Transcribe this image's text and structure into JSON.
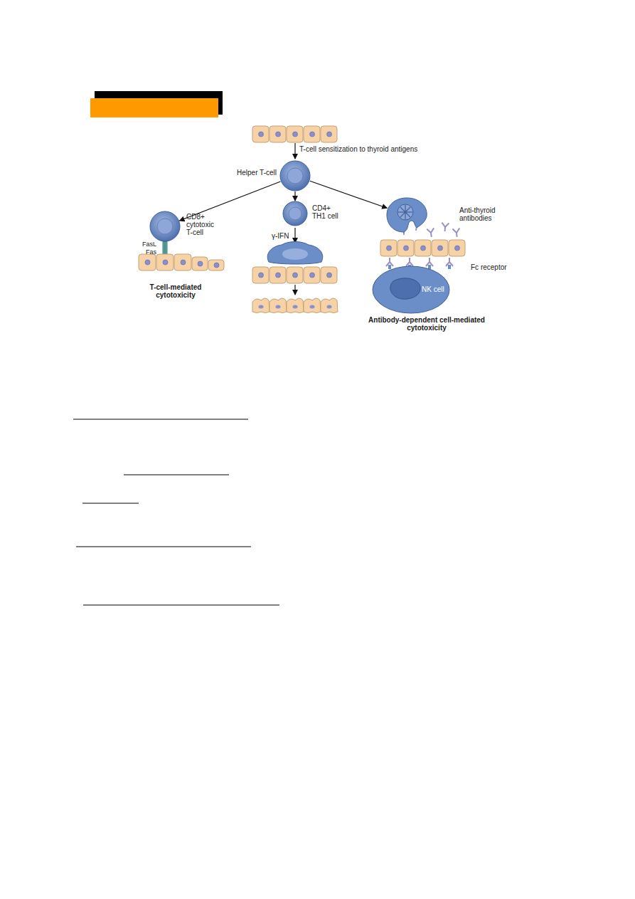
{
  "diagram": {
    "nodes": [
      {
        "text": [
          "Helper T-cell"
        ]
      },
      {
        "text": [
          "CD8+ cytotoxic T-cell"
        ]
      },
      {
        "text": [
          "CD4+ TH1 cell"
        ]
      },
      {
        "text": [
          "Anti-thyroid antibodies"
        ]
      },
      {
        "text": [
          "NK cell"
        ]
      }
    ],
    "edges": [
      {
        "from": 0,
        "to": 1,
        "arrow": "to"
      },
      {
        "from": 0,
        "to": 2,
        "arrow": "to"
      },
      {
        "from": 0,
        "to": 3,
        "arrow": "to"
      }
    ],
    "labels": [
      "T-cell sensitization to thyroid antigens",
      "FasL",
      "Fas",
      "T-cell-mediated cytotoxicity",
      "γ-IFN",
      "Fc receptor",
      "Antibody-dependent cell-mediated cytotoxicity"
    ]
  }
}
